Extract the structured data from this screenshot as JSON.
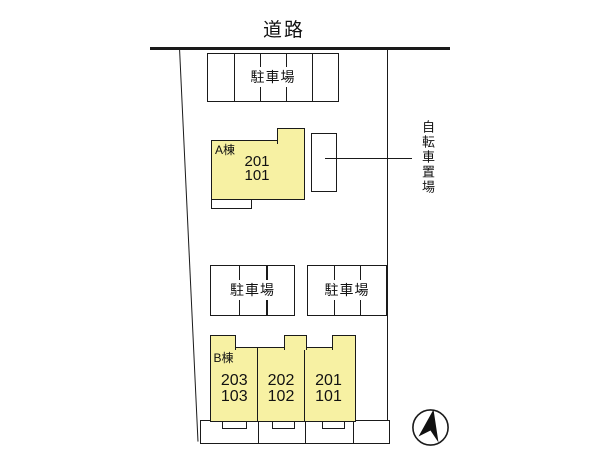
{
  "colors": {
    "building_fill": "#F7F1A3",
    "line_color": "#1A1A1A"
  },
  "road": {
    "label": "道路"
  },
  "parking_lots": {
    "top": {
      "label": "駐車場",
      "stall_count": 5
    },
    "mid_left": {
      "label": "駐車場",
      "stall_count": 3
    },
    "mid_right": {
      "label": "駐車場",
      "stall_count": 3
    }
  },
  "building_a": {
    "name": "A棟",
    "room_upper": "201",
    "room_lower": "101"
  },
  "bicycle_area": {
    "label": "自転車置場"
  },
  "building_b": {
    "name": "B棟",
    "units": [
      {
        "room_upper": "203",
        "room_lower": "103"
      },
      {
        "room_upper": "202",
        "room_lower": "102"
      },
      {
        "room_upper": "201",
        "room_lower": "101"
      }
    ]
  },
  "compass": {
    "icon": "north-arrow-icon"
  }
}
